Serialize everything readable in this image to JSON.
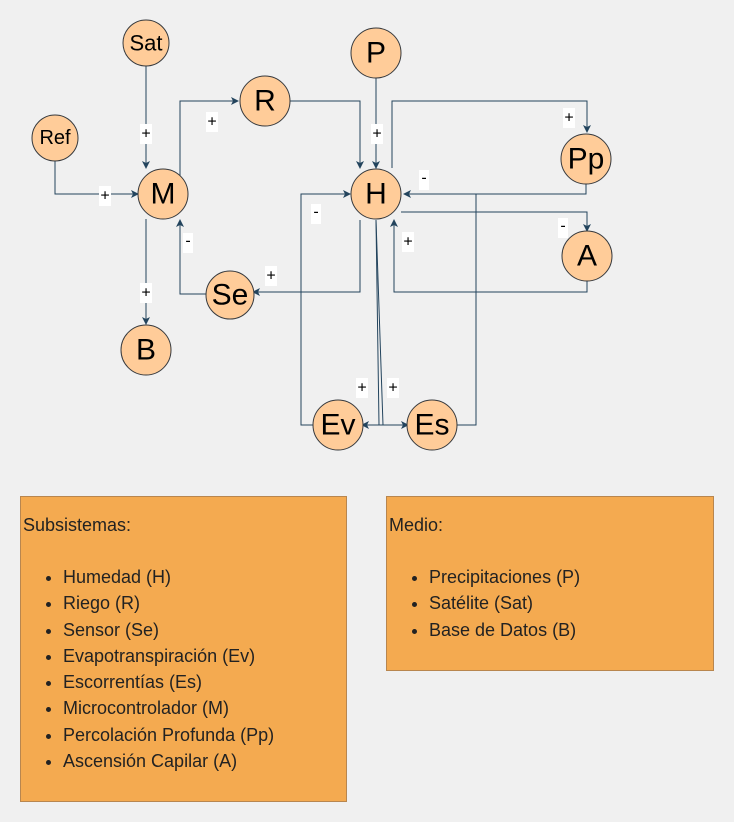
{
  "diagram": {
    "nodes": {
      "Sat": "Sat",
      "Ref": "Ref",
      "M": "M",
      "R": "R",
      "P": "P",
      "H": "H",
      "Pp": "Pp",
      "A": "A",
      "Se": "Se",
      "B": "B",
      "Ev": "Ev",
      "Es": "Es"
    },
    "signs": {
      "plus": "+",
      "minus": "-"
    }
  },
  "subsistemas": {
    "title": "Subsistemas:",
    "items": [
      "Humedad (H)",
      "Riego (R)",
      "Sensor (Se)",
      "Evapotranspiración (Ev)",
      "Escorrentías (Es)",
      "Microcontrolador (M)",
      "Percolación Profunda (Pp)",
      "Ascensión Capilar (A)"
    ]
  },
  "medio": {
    "title": "Medio:",
    "items": [
      "Precipitaciones (P)",
      "Satélite (Sat)",
      "Base de Datos (B)"
    ]
  },
  "colors": {
    "background": "#f0f0f0",
    "node_fill": "#ffcc99",
    "edge": "#23445d",
    "panel_fill": "#f4aa50"
  }
}
